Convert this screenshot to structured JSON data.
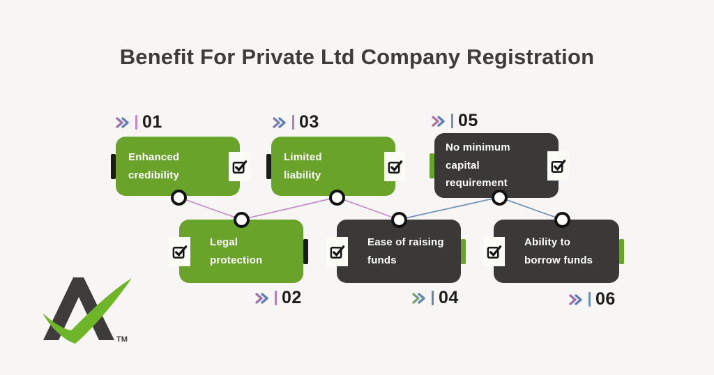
{
  "title": "Benefit For Private Ltd Company Registration",
  "colors": {
    "background": "#f7f6f4",
    "green": "#6aa32a",
    "dark": "#3a3938",
    "title": "#3d3c3b",
    "purple_line": "#c18bc5",
    "blue_line": "#6b8fb5"
  },
  "items": [
    {
      "number": "01",
      "label": "Enhanced credibility",
      "variant": "green",
      "chevron1_color": "#9b6fae",
      "chevron2_color": "#5b7fb5",
      "bar_color": "#bf8cc6"
    },
    {
      "number": "02",
      "label": "Legal protection",
      "variant": "green",
      "chevron1_color": "#9b6fae",
      "chevron2_color": "#5b7fb5",
      "bar_color": "#b57fc1"
    },
    {
      "number": "03",
      "label": "Limited liability",
      "variant": "green",
      "chevron1_color": "#7d7ab8",
      "chevron2_color": "#5b7fb5",
      "bar_color": "#b57fc1"
    },
    {
      "number": "04",
      "label": "Ease of raising funds",
      "variant": "dark",
      "chevron1_color": "#73a07b",
      "chevron2_color": "#5e86ad",
      "bar_color": "#6688ab"
    },
    {
      "number": "05",
      "label": "No minimum capital requirement",
      "variant": "dark",
      "chevron1_color": "#b4719f",
      "chevron2_color": "#5b7fb5",
      "bar_color": "#7b8fae"
    },
    {
      "number": "06",
      "label": "Ability to borrow funds",
      "variant": "dark",
      "chevron1_color": "#9b6fae",
      "chevron2_color": "#5b7fb5",
      "bar_color": "#6b8fb5"
    }
  ],
  "logo": {
    "trademark": "TM"
  }
}
